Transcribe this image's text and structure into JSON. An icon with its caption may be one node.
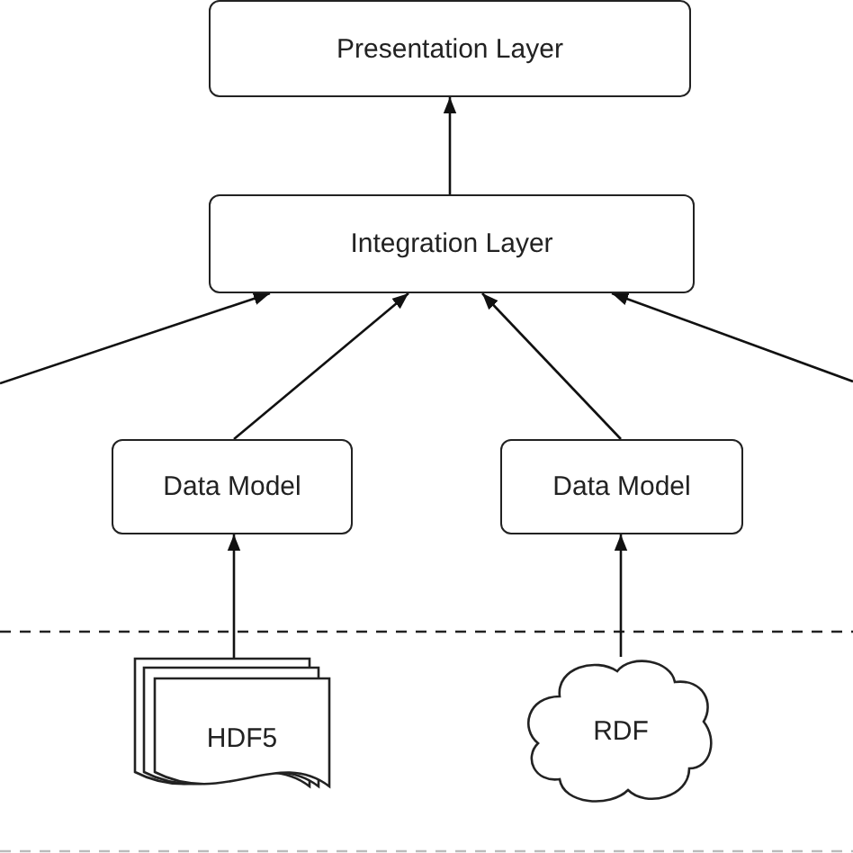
{
  "diagram": {
    "nodes": [
      {
        "text": [
          "Presentation Layer"
        ]
      },
      {
        "text": [
          "Integration Layer"
        ]
      },
      {
        "text": [
          "Data Model"
        ]
      },
      {
        "text": [
          "Data Model"
        ]
      },
      {
        "text": [
          "HDF5"
        ]
      },
      {
        "text": [
          "RDF"
        ]
      }
    ],
    "edges": [
      {
        "from": 1,
        "to": 0,
        "arrow": "to"
      },
      {
        "from": 2,
        "to": 1,
        "arrow": "to"
      },
      {
        "from": 3,
        "to": 1,
        "arrow": "to"
      },
      {
        "from": null,
        "to": 1,
        "arrow": "to"
      },
      {
        "from": null,
        "to": 1,
        "arrow": "to"
      },
      {
        "from": 4,
        "to": 2,
        "arrow": "to"
      },
      {
        "from": 5,
        "to": 3,
        "arrow": "to"
      }
    ]
  }
}
